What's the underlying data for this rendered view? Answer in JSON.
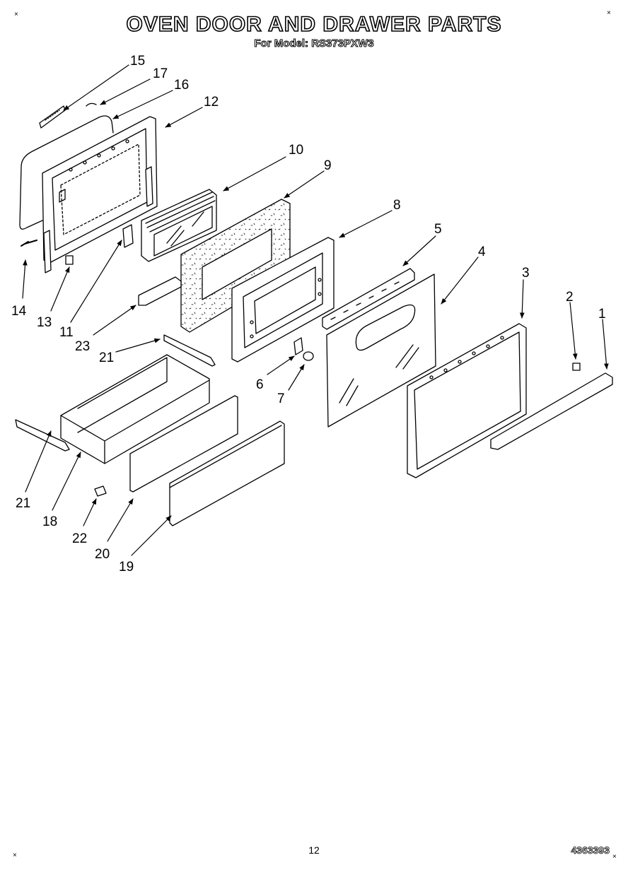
{
  "header": {
    "title": "OVEN DOOR AND DRAWER PARTS",
    "subtitle": "For Model: RS373PXW3"
  },
  "footer": {
    "page_number": "12",
    "document_number": "4363393"
  },
  "corner_marks": "×",
  "callouts": [
    {
      "id": "c15",
      "text": "15"
    },
    {
      "id": "c17",
      "text": "17"
    },
    {
      "id": "c16",
      "text": "16"
    },
    {
      "id": "c12",
      "text": "12"
    },
    {
      "id": "c10",
      "text": "10"
    },
    {
      "id": "c9",
      "text": "9"
    },
    {
      "id": "c8",
      "text": "8"
    },
    {
      "id": "c5",
      "text": "5"
    },
    {
      "id": "c4",
      "text": "4"
    },
    {
      "id": "c3",
      "text": "3"
    },
    {
      "id": "c2",
      "text": "2"
    },
    {
      "id": "c1",
      "text": "1"
    },
    {
      "id": "c14",
      "text": "14"
    },
    {
      "id": "c13",
      "text": "13"
    },
    {
      "id": "c11",
      "text": "11"
    },
    {
      "id": "c23",
      "text": "23"
    },
    {
      "id": "c21a",
      "text": "21"
    },
    {
      "id": "c6",
      "text": "6"
    },
    {
      "id": "c7",
      "text": "7"
    },
    {
      "id": "c21b",
      "text": "21"
    },
    {
      "id": "c18",
      "text": "18"
    },
    {
      "id": "c22",
      "text": "22"
    },
    {
      "id": "c20",
      "text": "20"
    },
    {
      "id": "c19",
      "text": "19"
    }
  ]
}
